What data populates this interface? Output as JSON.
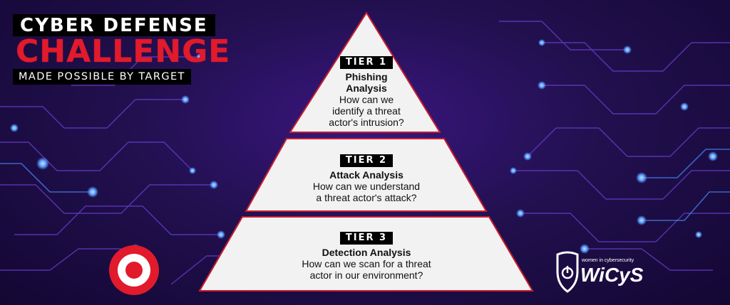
{
  "header": {
    "line1": "CYBER DEFENSE",
    "line2": "CHALLENGE",
    "line3": "MADE POSSIBLE BY TARGET"
  },
  "tiers": [
    {
      "badge": "TIER 1",
      "name_line1": "Phishing",
      "name_line2": "Analysis",
      "question_lines": [
        "How can we",
        "identify a threat",
        "actor's intrusion?"
      ]
    },
    {
      "badge": "TIER 2",
      "name_line1": "Attack Analysis",
      "question_lines": [
        "How can we understand",
        "a threat actor's attack?"
      ]
    },
    {
      "badge": "TIER 3",
      "name_line1": "Detection Analysis",
      "question_lines": [
        "How can we scan for a threat",
        "actor in our environment?"
      ]
    }
  ],
  "logos": {
    "target": "target-logo",
    "wicys_tagline": "women in cybersecurity",
    "wicys_name": "WiCyS"
  },
  "colors": {
    "accent_red": "#e11a2c",
    "background": "#22104f",
    "glow": "#5a7dff"
  }
}
